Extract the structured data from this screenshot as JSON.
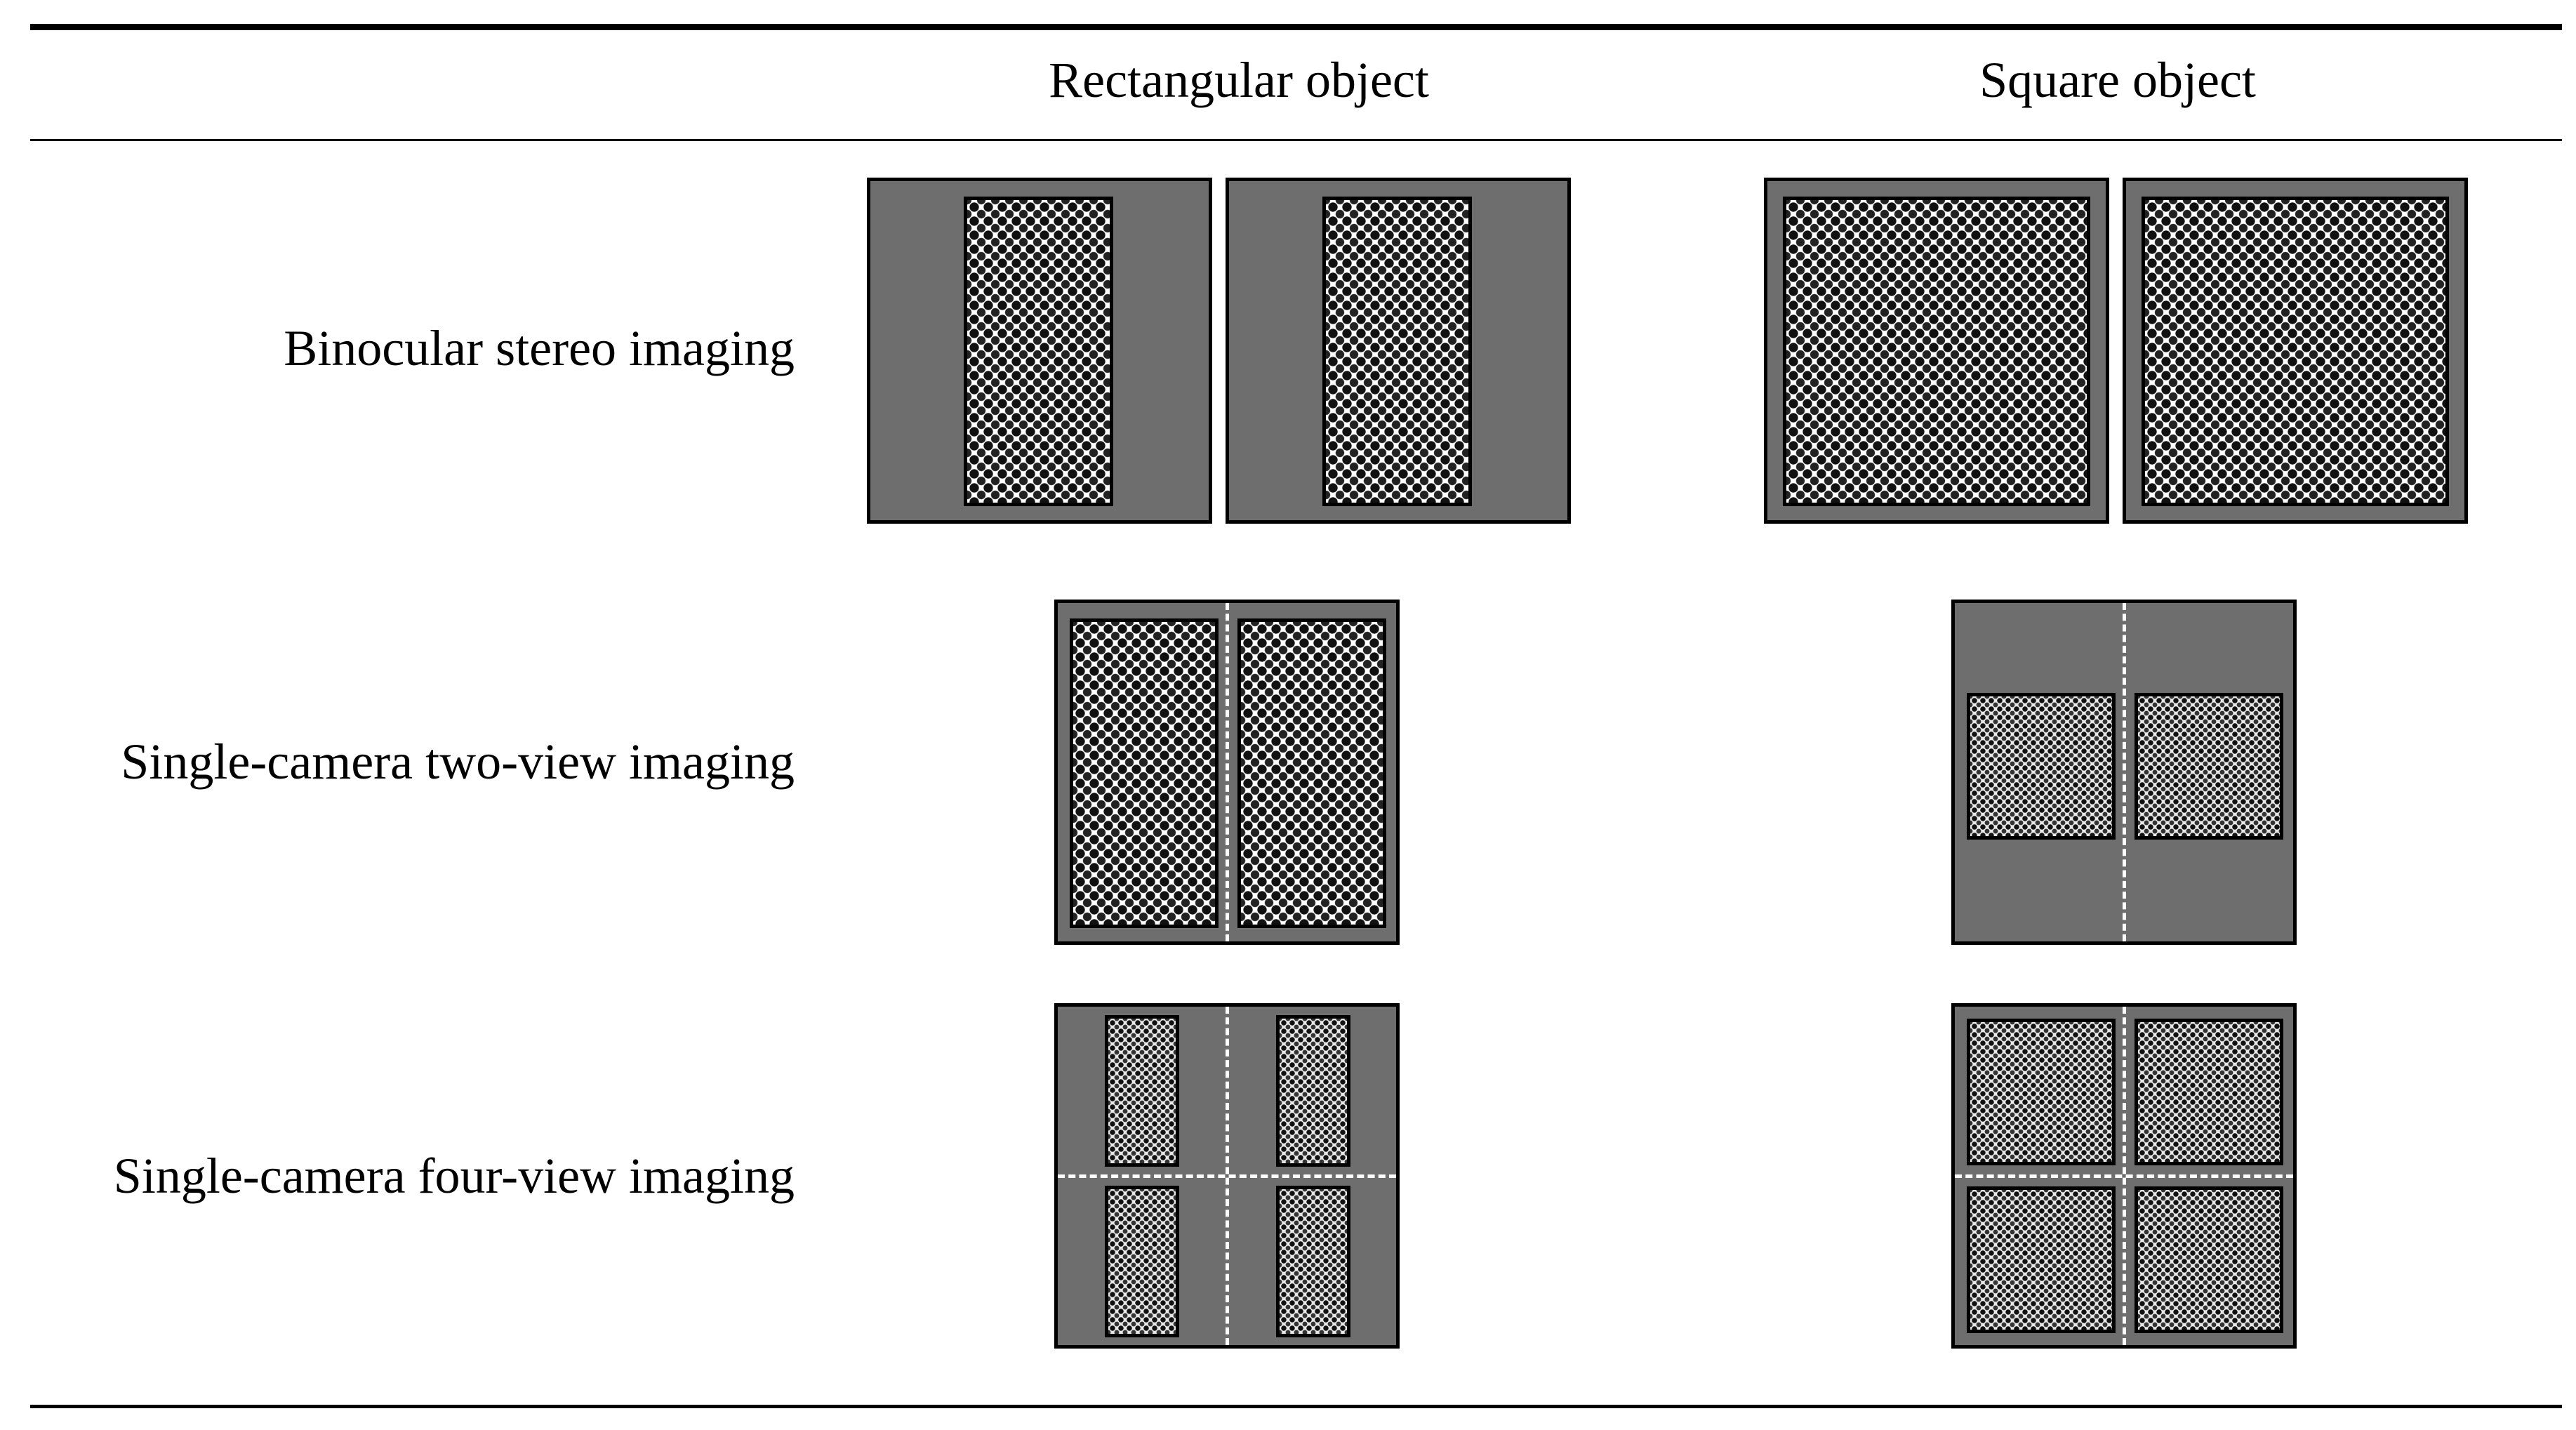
{
  "table": {
    "columns": [
      "Rectangular object",
      "Square object"
    ],
    "rows": [
      {
        "label": "Binocular stereo imaging",
        "views": 2,
        "rect_layout": "two separate images",
        "square_layout": "two separate images"
      },
      {
        "label": "Single-camera two-view imaging",
        "views": 2,
        "rect_layout": "one image split vertically",
        "square_layout": "one image split vertically"
      },
      {
        "label": "Single-camera four-view imaging",
        "views": 4,
        "rect_layout": "one image split into quadrants",
        "square_layout": "one image split into quadrants"
      }
    ]
  },
  "colors": {
    "panel": "#6e6e6e",
    "border": "#000000",
    "divider": "#ffffff"
  }
}
